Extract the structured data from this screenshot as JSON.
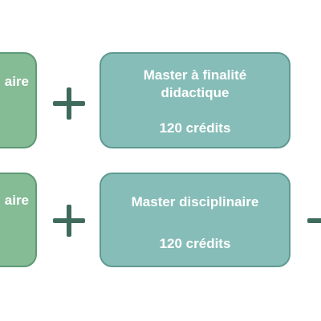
{
  "row1": {
    "left_box": {
      "text": "aire"
    },
    "right_box": {
      "title_line1": "Master à finalité",
      "title_line2": "didactique",
      "credits": "120 crédits"
    }
  },
  "row2": {
    "left_box": {
      "text": "aire"
    },
    "right_box": {
      "title_line1": "Master disciplinaire",
      "credits": "120 crédits"
    }
  },
  "colors": {
    "left_fill": "#85bb95",
    "right_fill": "#87bdb8",
    "plus": "#3f6b5c"
  }
}
